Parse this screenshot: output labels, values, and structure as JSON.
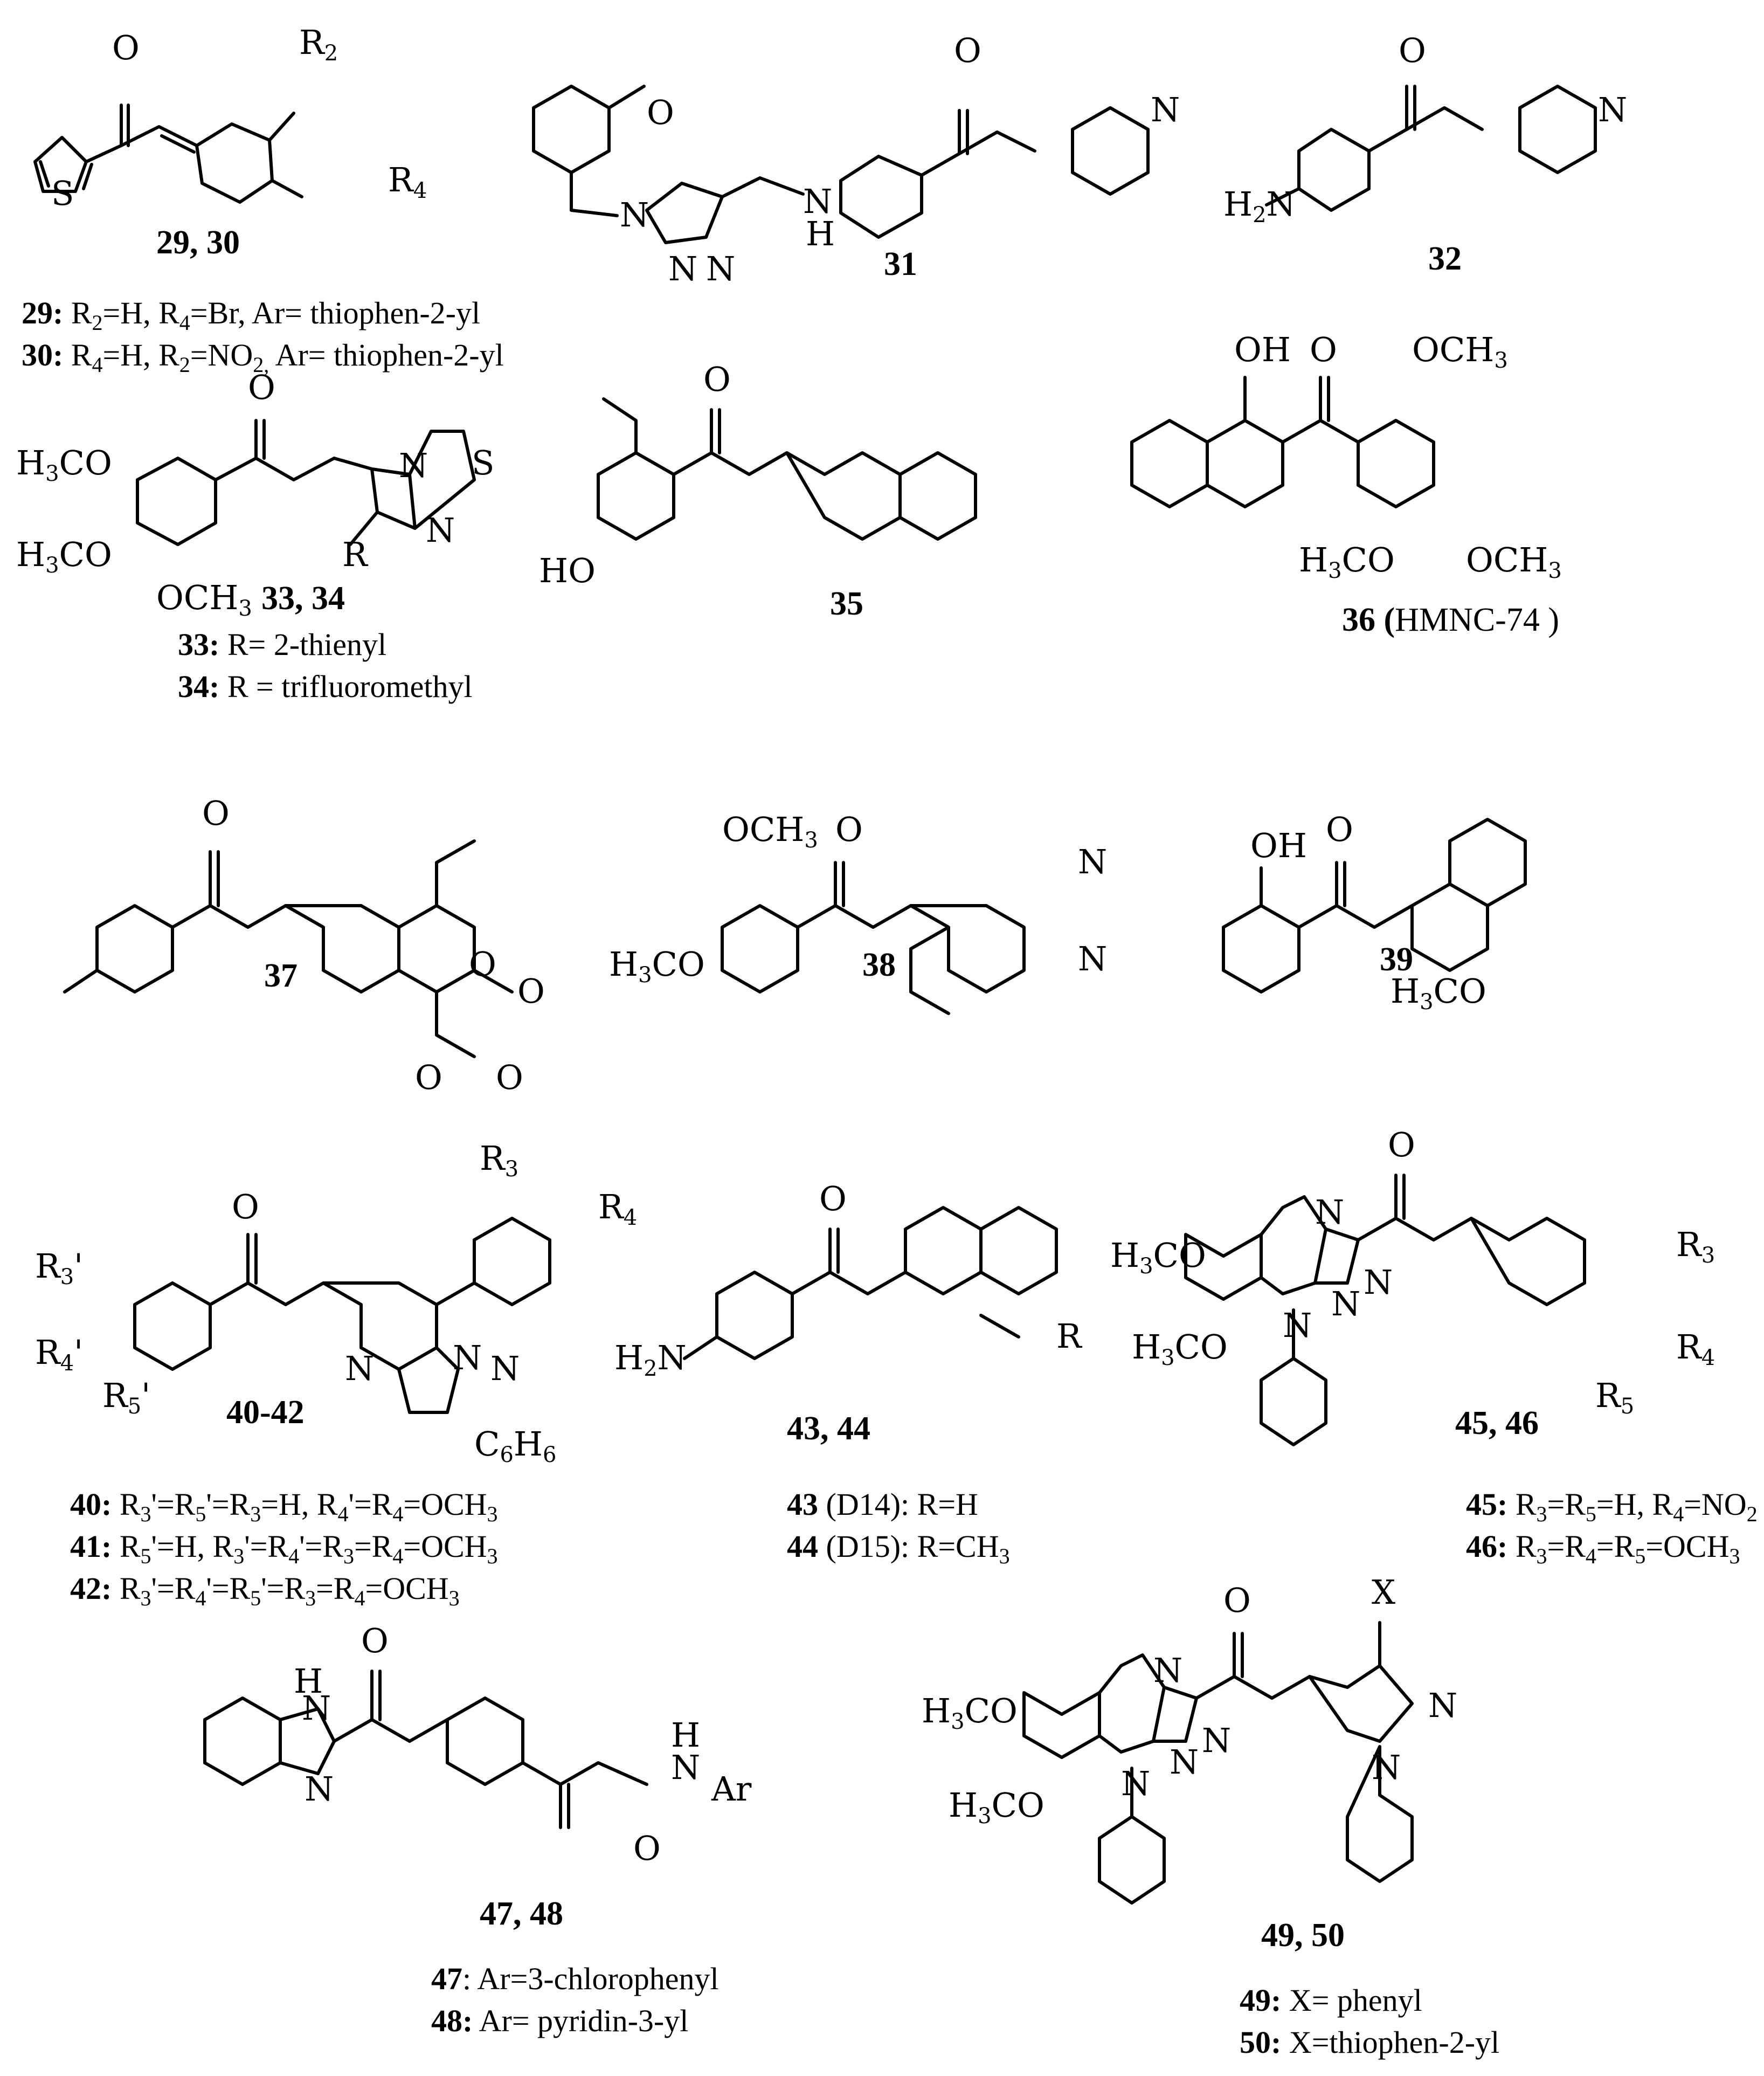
{
  "compounds": [
    {
      "id": "c29_30",
      "label": "29, 30",
      "lines": [
        [
          {
            "b": "29:"
          },
          {
            "t": " R"
          },
          {
            "s": "2"
          },
          {
            "t": "=H, R"
          },
          {
            "s": "4"
          },
          {
            "t": "=Br, Ar= thiophen-2-yl"
          }
        ],
        [
          {
            "b": "30:"
          },
          {
            "t": " R"
          },
          {
            "s": "4"
          },
          {
            "t": "=H, R"
          },
          {
            "s": "2"
          },
          {
            "t": "=NO"
          },
          {
            "s": "2,"
          },
          {
            "t": " Ar= thiophen-2-yl"
          }
        ]
      ]
    },
    {
      "id": "c31",
      "label": "31",
      "lines": []
    },
    {
      "id": "c32",
      "label": "32",
      "lines": []
    },
    {
      "id": "c33_34",
      "label": "33, 34",
      "lines": [
        [
          {
            "b": "33:"
          },
          {
            "t": " R= 2-thienyl"
          }
        ],
        [
          {
            "b": "34:"
          },
          {
            "t": " R = trifluoromethyl"
          }
        ]
      ]
    },
    {
      "id": "c35",
      "label": "35",
      "lines": []
    },
    {
      "id": "c36",
      "label": "36 (",
      "label_extra": "HMNC-74 )",
      "lines": []
    },
    {
      "id": "c37",
      "label": "37",
      "lines": []
    },
    {
      "id": "c38",
      "label": "38",
      "lines": []
    },
    {
      "id": "c39",
      "label": "39",
      "lines": []
    },
    {
      "id": "c40_42",
      "label": "40-42",
      "lines": [
        [
          {
            "b": "40:"
          },
          {
            "t": " R"
          },
          {
            "s": "3"
          },
          {
            "t": "'=R"
          },
          {
            "s": "5"
          },
          {
            "t": "'=R"
          },
          {
            "s": "3"
          },
          {
            "t": "=H, R"
          },
          {
            "s": "4"
          },
          {
            "t": "'=R"
          },
          {
            "s": "4"
          },
          {
            "t": "=OCH"
          },
          {
            "s": "3"
          }
        ],
        [
          {
            "b": "41:"
          },
          {
            "t": " R"
          },
          {
            "s": "5"
          },
          {
            "t": "'=H, R"
          },
          {
            "s": "3"
          },
          {
            "t": "'=R"
          },
          {
            "s": "4"
          },
          {
            "t": "'=R"
          },
          {
            "s": "3"
          },
          {
            "t": "=R"
          },
          {
            "s": "4"
          },
          {
            "t": "=OCH"
          },
          {
            "s": "3"
          }
        ],
        [
          {
            "b": "42:"
          },
          {
            "t": " R"
          },
          {
            "s": "3"
          },
          {
            "t": "'=R"
          },
          {
            "s": "4"
          },
          {
            "t": "'=R"
          },
          {
            "s": "5"
          },
          {
            "t": "'=R"
          },
          {
            "s": "3"
          },
          {
            "t": "=R"
          },
          {
            "s": "4"
          },
          {
            "t": "=OCH"
          },
          {
            "s": "3"
          }
        ]
      ]
    },
    {
      "id": "c43_44",
      "label": "43, 44",
      "lines": [
        [
          {
            "b": "43"
          },
          {
            "t": " (D14): R=H"
          }
        ],
        [
          {
            "b": "44"
          },
          {
            "t": " (D15): R=CH"
          },
          {
            "s": "3"
          }
        ]
      ]
    },
    {
      "id": "c45_46",
      "label": "45, 46",
      "lines": [
        [
          {
            "b": "45:"
          },
          {
            "t": " R"
          },
          {
            "s": "3"
          },
          {
            "t": "=R"
          },
          {
            "s": "5"
          },
          {
            "t": "=H, R"
          },
          {
            "s": "4"
          },
          {
            "t": "=NO"
          },
          {
            "s": "2"
          }
        ],
        [
          {
            "b": "46:"
          },
          {
            "t": " R"
          },
          {
            "s": "3"
          },
          {
            "t": "=R"
          },
          {
            "s": "4"
          },
          {
            "t": "=R"
          },
          {
            "s": "5"
          },
          {
            "t": "=OCH"
          },
          {
            "s": "3"
          }
        ]
      ]
    },
    {
      "id": "c47_48",
      "label": "47, 48",
      "lines": [
        [
          {
            "b": "47"
          },
          {
            "t": ": Ar=3-chlorophenyl"
          }
        ],
        [
          {
            "b": "48:"
          },
          {
            "t": " Ar= pyridin-3-yl"
          }
        ]
      ]
    },
    {
      "id": "c49_50",
      "label": "49, 50",
      "lines": [
        [
          {
            "b": "49:"
          },
          {
            "t": " X= phenyl"
          }
        ],
        [
          {
            "b": "50:"
          },
          {
            "t": " X=thiophen-2-yl"
          }
        ]
      ]
    }
  ],
  "atom_labels": {
    "c29": [
      "O",
      "S",
      "R2",
      "R4"
    ],
    "c31": [
      "O",
      "N",
      "N",
      "N",
      "N",
      "H",
      "O",
      "N"
    ],
    "c32": [
      "O",
      "N",
      "H2N"
    ],
    "c33": [
      "O",
      "N",
      "S",
      "N",
      "R",
      "H3CO",
      "H3CO",
      "OCH3"
    ],
    "c35": [
      "O",
      "HO"
    ],
    "c36": [
      "OH",
      "O",
      "OCH3",
      "H3CO",
      "OCH3"
    ],
    "c37": [
      "O",
      "O",
      "O",
      "O",
      "O"
    ],
    "c38": [
      "OCH3",
      "O",
      "N",
      "N",
      "H3CO"
    ],
    "c39": [
      "OH",
      "O",
      "H3CO"
    ],
    "c40": [
      "O",
      "R3'",
      "R4'",
      "R5'",
      "N",
      "N",
      "N",
      "C6H6",
      "R3",
      "R4"
    ],
    "c43": [
      "O",
      "H2N",
      "R"
    ],
    "c45": [
      "O",
      "N",
      "N",
      "N",
      "N",
      "H3CO",
      "H3CO",
      "R3",
      "R4",
      "R5"
    ],
    "c47": [
      "H",
      "N",
      "N",
      "O",
      "H",
      "N",
      "Ar",
      "O"
    ],
    "c49": [
      "O",
      "N",
      "N",
      "N",
      "N",
      "X",
      "N",
      "N",
      "H3CO",
      "H3CO"
    ]
  }
}
